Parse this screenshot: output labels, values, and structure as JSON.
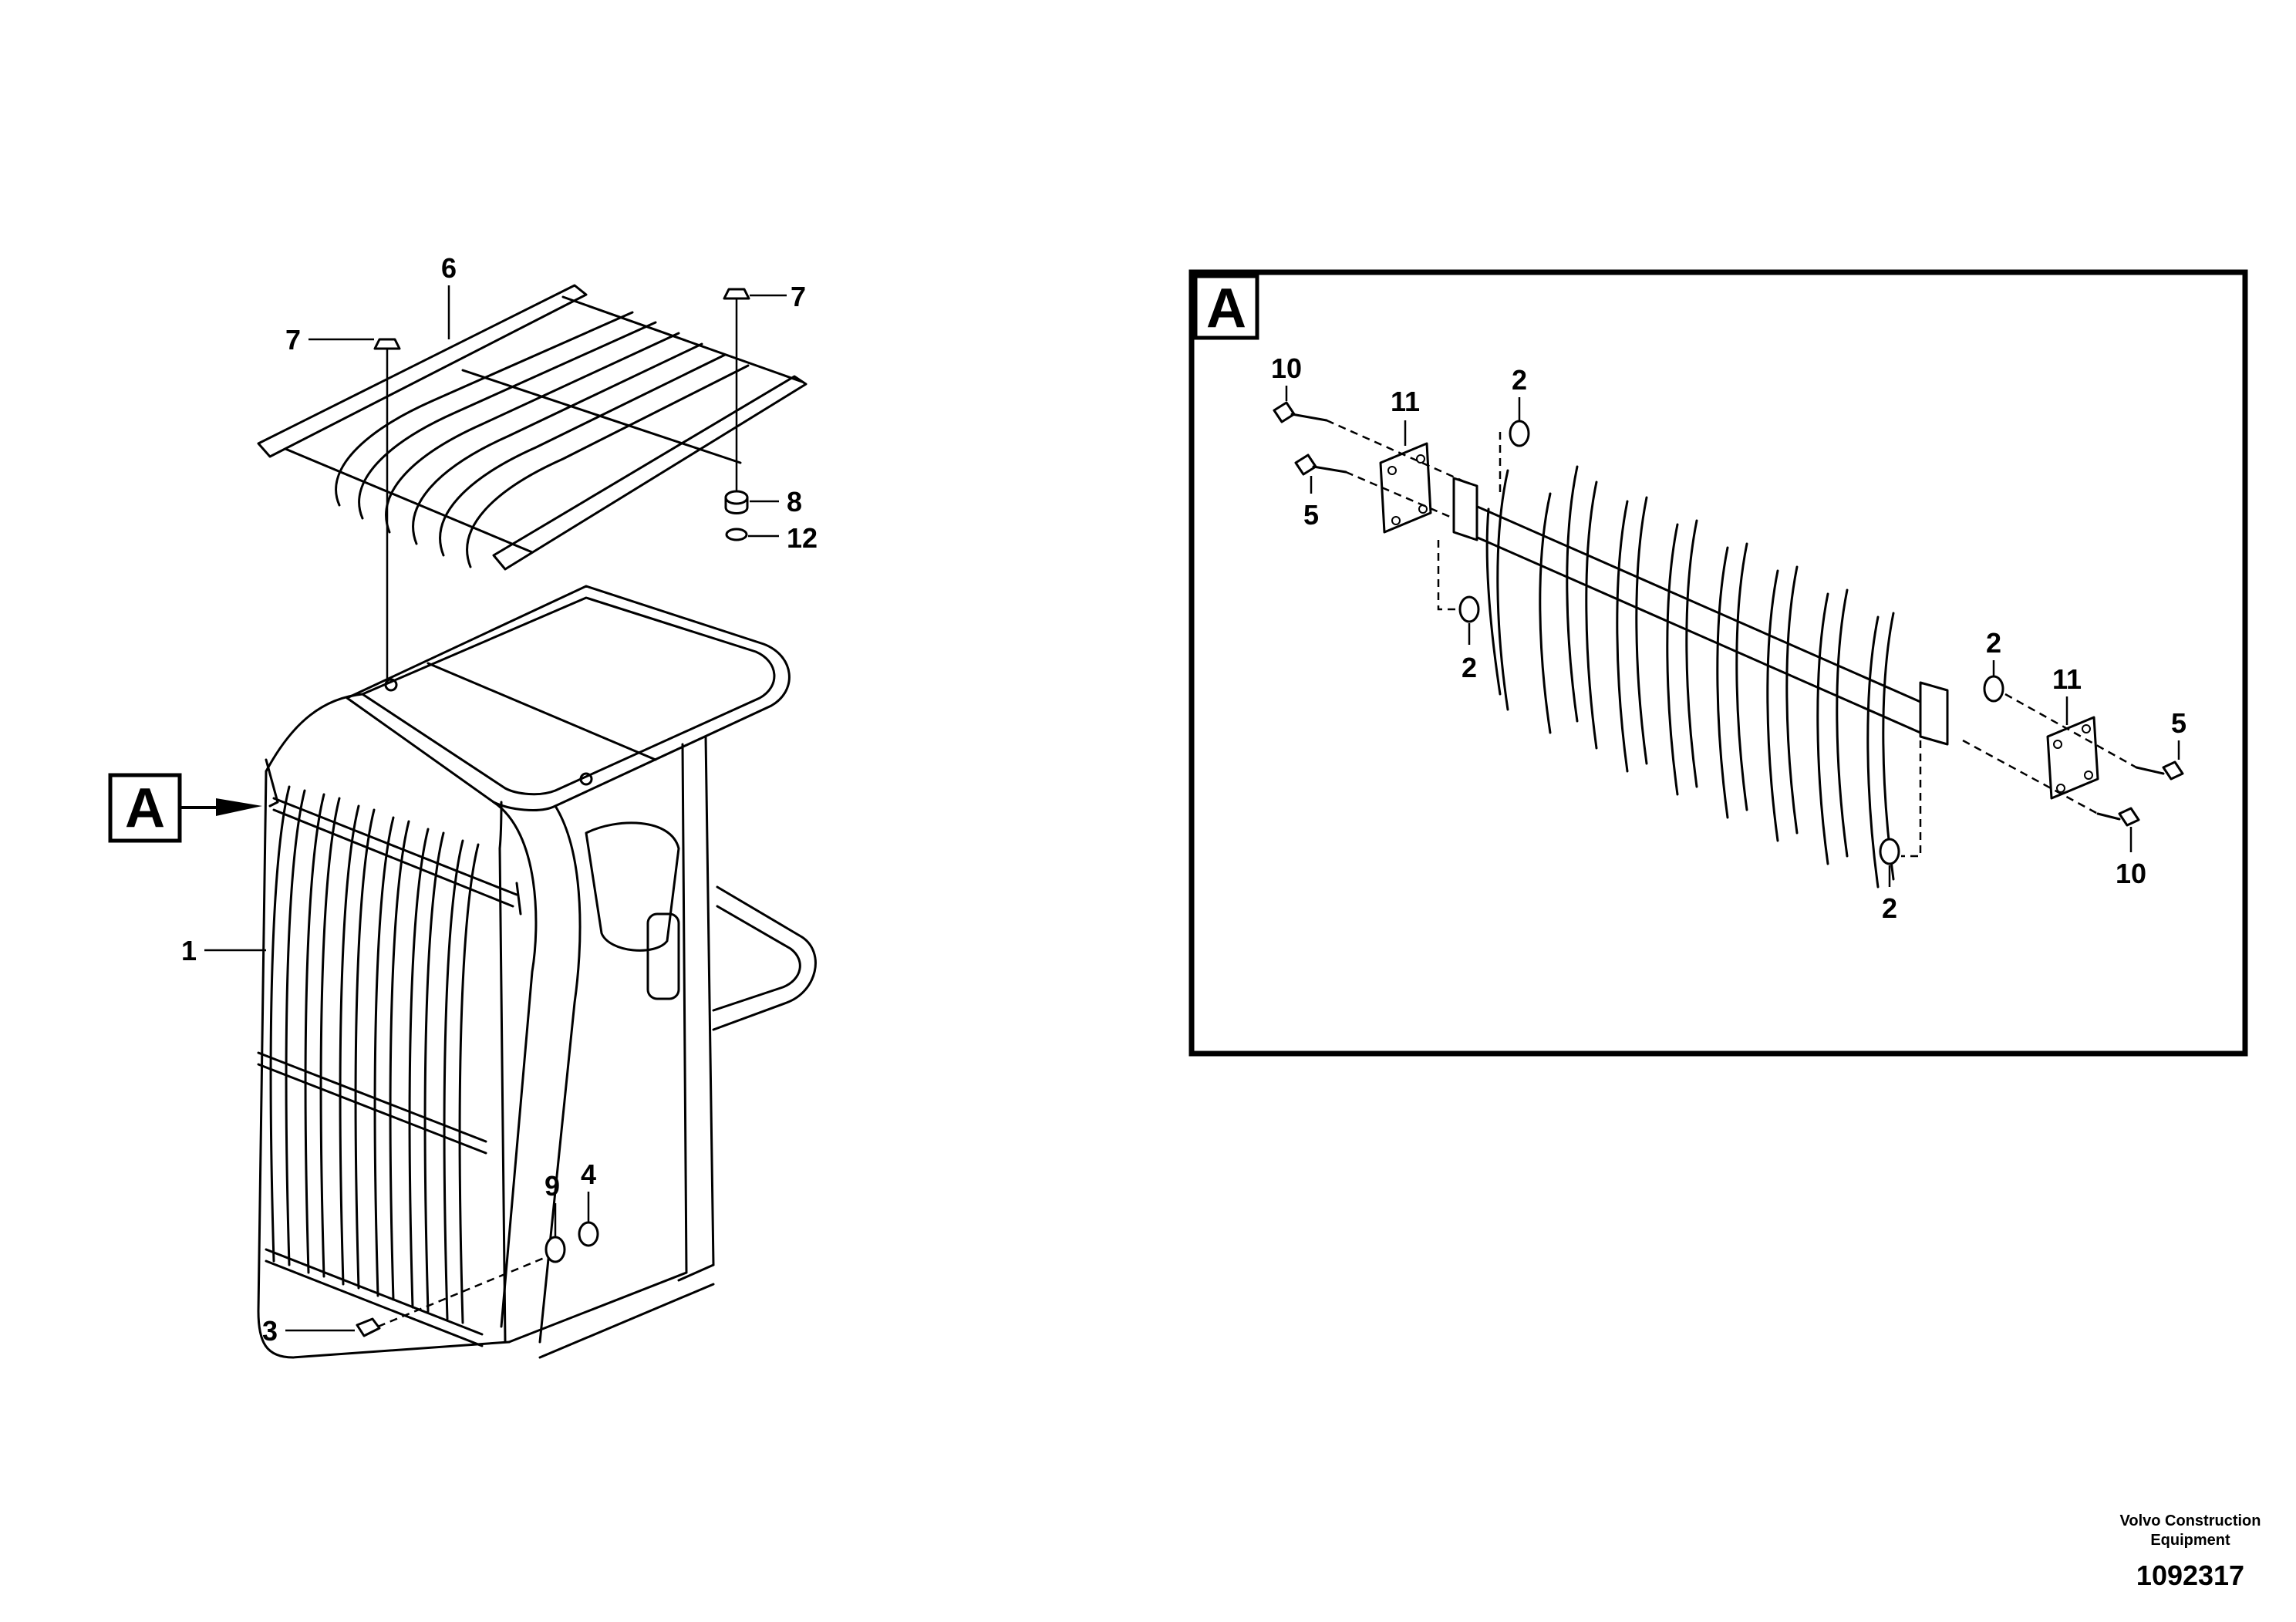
{
  "overview": {
    "callouts": {
      "c6": "6",
      "c7_left": "7",
      "c7_right": "7",
      "c8": "8",
      "c12": "12",
      "c1": "1",
      "c9": "9",
      "c4": "4",
      "c3": "3"
    },
    "view_reference": "A"
  },
  "detail_a": {
    "title": "A",
    "callouts": {
      "c10_top": "10",
      "c11_left": "11",
      "c2_top": "2",
      "c5_left": "5",
      "c2_mid": "2",
      "c2_right": "2",
      "c11_right": "11",
      "c5_right": "5",
      "c10_bottom": "10",
      "c2_bottom": "2"
    }
  },
  "footer": {
    "maker_line1": "Volvo Construction",
    "maker_line2": "Equipment",
    "document_number": "1092317"
  }
}
